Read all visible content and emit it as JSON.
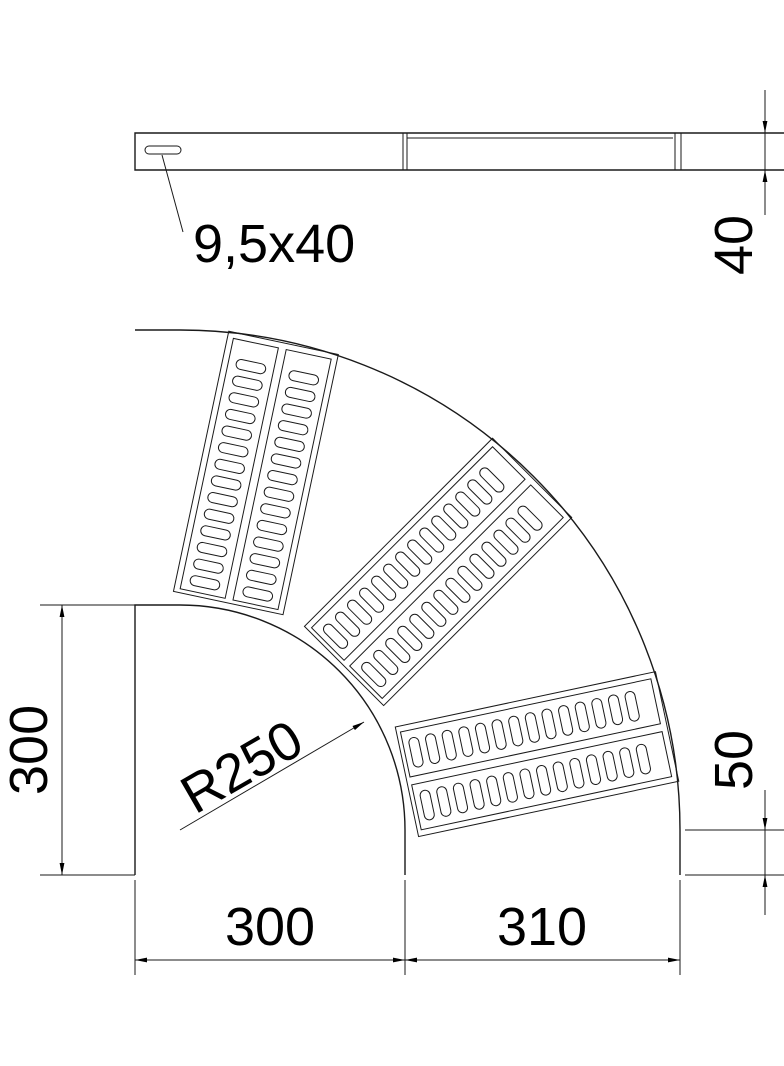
{
  "drawing": {
    "slot_label": "9,5x40",
    "height_label": "40",
    "radius_label": "R250",
    "inner_width_label": "300",
    "outer_length_label": "310",
    "side_height_label": "300",
    "straight_label": "50",
    "line_color": "#1a1a1a"
  }
}
